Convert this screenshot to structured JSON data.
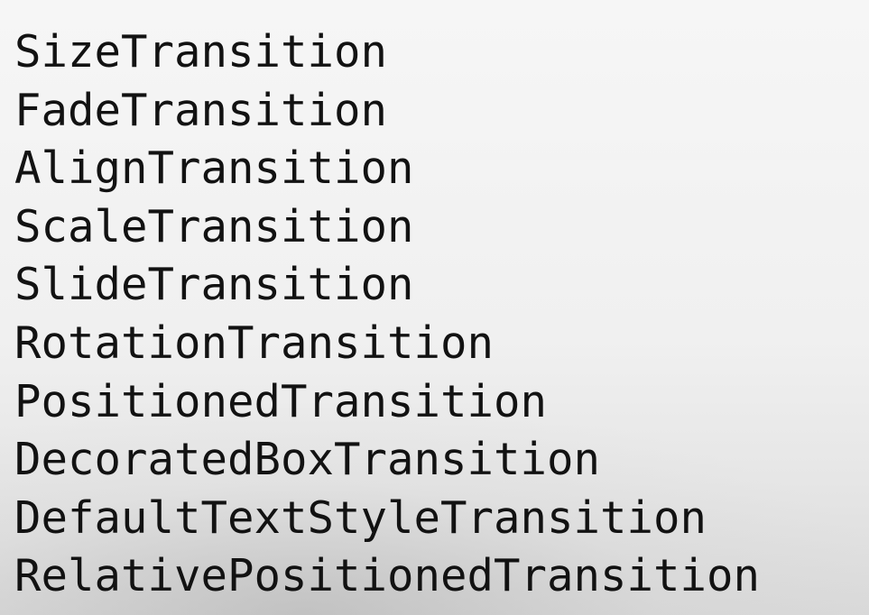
{
  "items": [
    "SizeTransition",
    "FadeTransition",
    "AlignTransition",
    "ScaleTransition",
    "SlideTransition",
    "RotationTransition",
    "PositionedTransition",
    "DecoratedBoxTransition",
    "DefaultTextStyleTransition",
    "RelativePositionedTransition"
  ]
}
